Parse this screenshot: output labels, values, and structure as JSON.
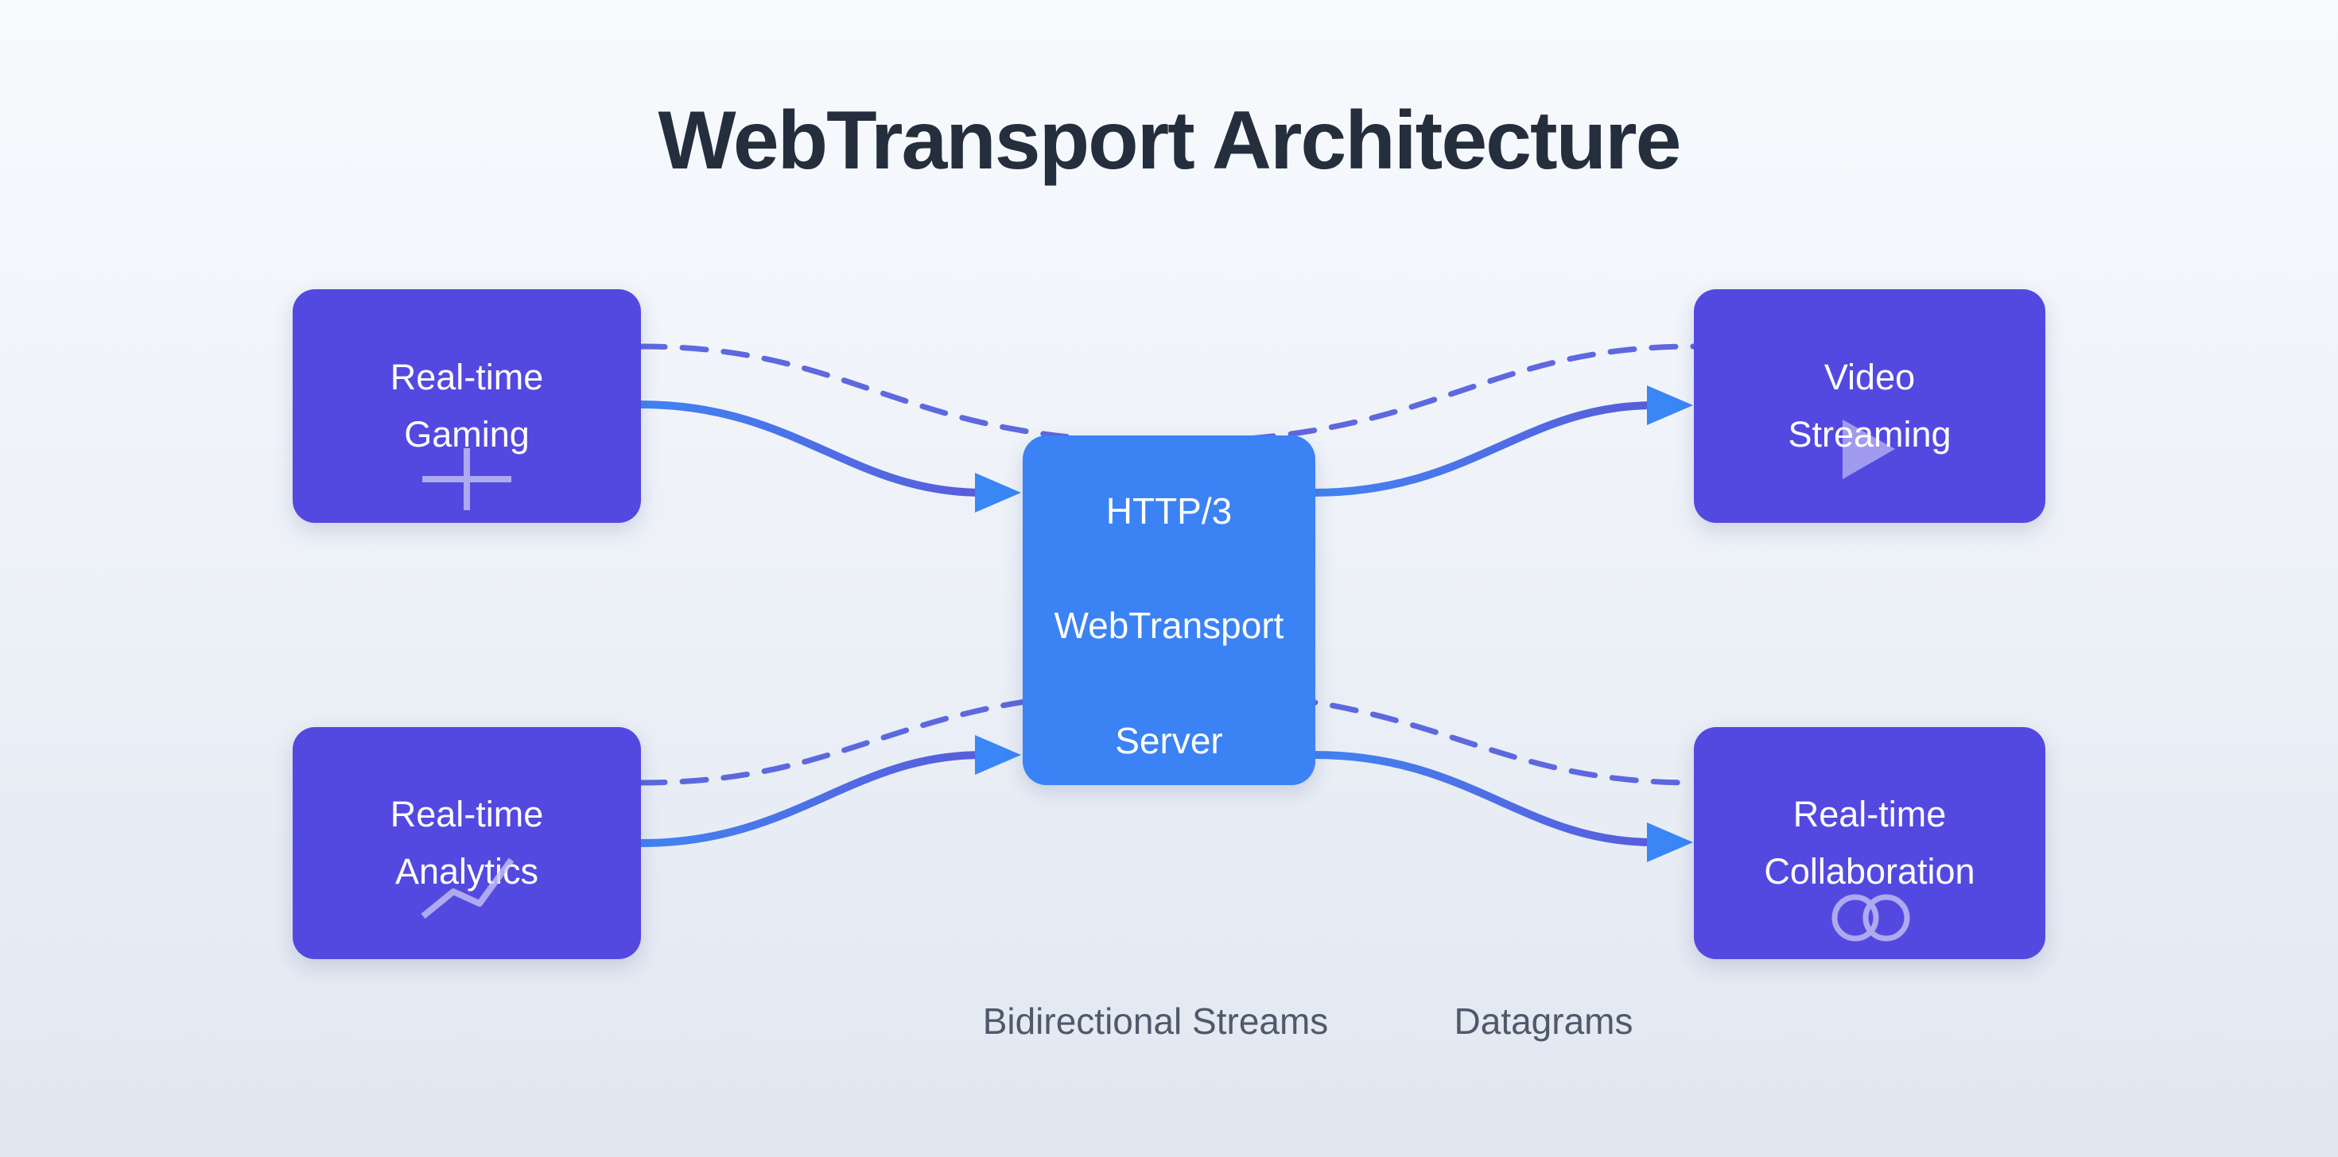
{
  "title": "WebTransport Architecture",
  "nodes": {
    "gaming": {
      "lines": [
        "Real-time",
        "Gaming"
      ],
      "icon": "plus"
    },
    "analytics": {
      "lines": [
        "Real-time",
        "Analytics"
      ],
      "icon": "line-chart"
    },
    "server": {
      "lines": [
        "HTTP/3",
        "WebTransport",
        "Server"
      ]
    },
    "video": {
      "lines": [
        "Video",
        "Streaming"
      ],
      "icon": "play"
    },
    "collab": {
      "lines": [
        "Real-time",
        "Collaboration"
      ],
      "icon": "overlapping-circles"
    }
  },
  "legend": {
    "bidirectional": "Bidirectional Streams",
    "datagrams": "Datagrams"
  },
  "connections": {
    "solid_arrows": [
      "gaming to server",
      "analytics to server",
      "server to video",
      "server to collab"
    ],
    "dashed_paths": [
      "gaming to video (behind server)",
      "analytics to collab (behind server)"
    ]
  },
  "colors": {
    "background_top": "#f8fafd",
    "background_bottom": "#e1e7f1",
    "node_purple": "#5349e1",
    "server_blue": "#3b82f5",
    "line_blue": "#4183f2",
    "line_indigo": "#5b58d8",
    "line_dashed": "#5560dd",
    "arrow_blue": "#3b86f6",
    "icon_lavender": "#c7c2f4",
    "title_text": "#242e3d",
    "label_text": "#4e596b",
    "node_text": "#ffffff"
  }
}
